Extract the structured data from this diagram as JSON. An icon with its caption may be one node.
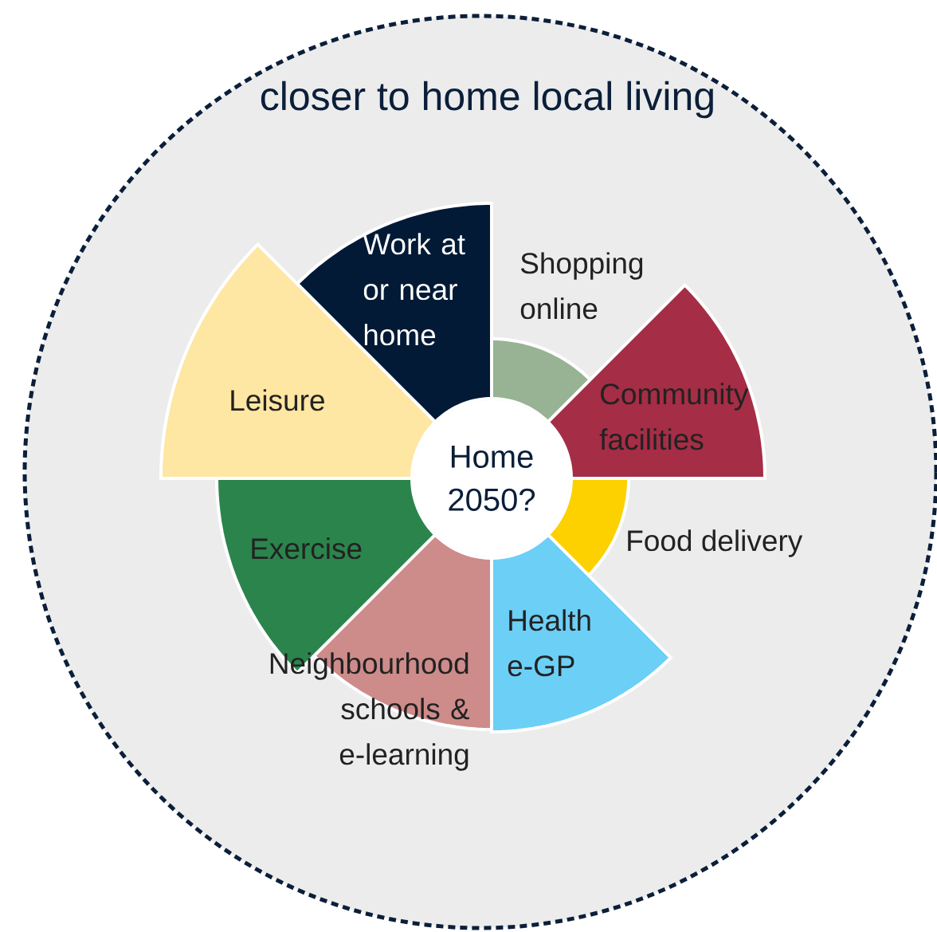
{
  "diagram": {
    "title": "closer to home local living",
    "nodes": [
      {
        "text": [],
        "shape": "circle"
      },
      {
        "text": [
          "Home 2050?"
        ],
        "in": 0
      },
      {
        "text": [
          "Work at or near home"
        ],
        "in": 0
      },
      {
        "text": [
          "Shopping online"
        ],
        "in": 0
      },
      {
        "text": [
          "Leisure"
        ],
        "in": 0
      },
      {
        "text": [
          "Community facilities"
        ],
        "in": 0
      },
      {
        "text": [
          "Food delivery"
        ],
        "in": 0
      },
      {
        "text": [
          "Exercise"
        ],
        "in": 0
      },
      {
        "text": [
          "Health e-GP"
        ],
        "in": 0
      },
      {
        "text": [
          "Neighbourhood schools & e-learning"
        ],
        "in": 0
      }
    ]
  }
}
